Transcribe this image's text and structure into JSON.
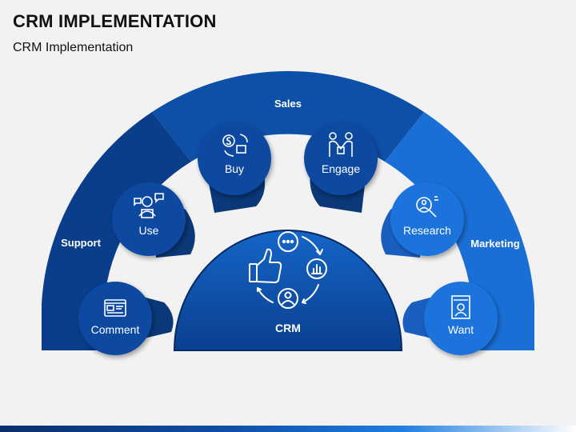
{
  "title": "CRM IMPLEMENTATION",
  "subtitle": "CRM Implementation",
  "center": {
    "label": "CRM"
  },
  "segments": {
    "support": "Support",
    "sales": "Sales",
    "marketing": "Marketing"
  },
  "nodes": {
    "comment": "Comment",
    "use": "Use",
    "buy": "Buy",
    "engage": "Engage",
    "research": "Research",
    "want": "Want"
  },
  "icons": {
    "comment": "web-profile-icon",
    "use": "user-chat-icon",
    "buy": "money-cycle-icon",
    "engage": "handshake-people-icon",
    "research": "magnify-person-icon",
    "want": "wanted-poster-icon",
    "center": "thumbs-up-cycle-icon"
  },
  "colors": {
    "support": "#0a3d8a",
    "sales": "#0e4fa8",
    "marketing": "#1a6fd6",
    "background": "#f2f2f2"
  }
}
